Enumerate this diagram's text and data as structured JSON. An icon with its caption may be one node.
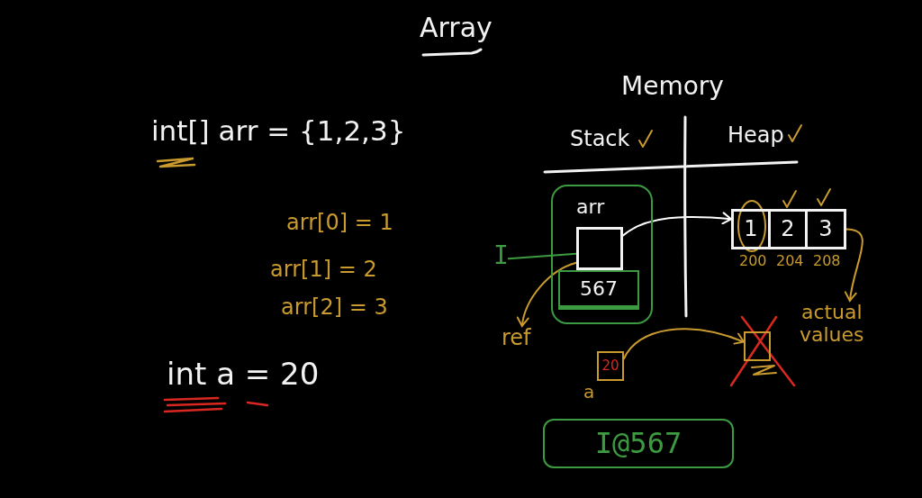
{
  "diagram": {
    "title": "Array",
    "nodes": [
      {
        "text": [
          "arr"
        ]
      },
      {
        "text": [],
        "shape": "box",
        "in": 0
      },
      {
        "text": [
          "567"
        ],
        "in": 0
      },
      {
        "text": [
          "I"
        ]
      },
      {
        "text": [
          "ref"
        ]
      },
      {
        "text": [],
        "shape": "box"
      },
      {
        "text": [
          "1"
        ],
        "in": 5,
        "beside": [
          "200"
        ]
      },
      {
        "text": [
          "2"
        ],
        "in": 5,
        "beside": [
          "204"
        ]
      },
      {
        "text": [
          "3"
        ],
        "in": 5,
        "beside": [
          "208"
        ]
      },
      {
        "text": [
          "actual values"
        ]
      },
      {
        "text": [
          "20"
        ],
        "beside": [
          "a"
        ]
      },
      {
        "text": [],
        "shape": "box"
      },
      {
        "text": [
          "I@567"
        ]
      }
    ],
    "edges": [
      {
        "from": 3,
        "to": 1,
        "arrow": "none",
        "color": "#3c9a40"
      },
      {
        "from": 1,
        "to": 4,
        "arrow": "to"
      },
      {
        "from": 1,
        "to": 5,
        "arrow": "to",
        "color": "#ffffff"
      },
      {
        "from": 5,
        "to": 9,
        "arrow": "to"
      },
      {
        "from": 10,
        "to": 11,
        "arrow": "to"
      }
    ],
    "labels": [
      "Memory",
      "int[] arr = {1,2,3}",
      "Stack",
      "Heap",
      "arr[0] = 1",
      "arr[1] = 2",
      "arr[2] = 3",
      "int a = 20"
    ]
  }
}
